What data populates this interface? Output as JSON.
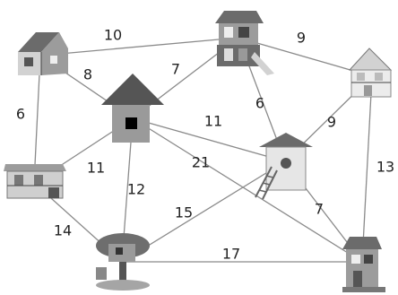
{
  "nodes": [
    {
      "id": "A",
      "icon": "wooden-house-icon"
    },
    {
      "id": "B",
      "icon": "two-story-playhouse-icon"
    },
    {
      "id": "C",
      "icon": "white-dollhouse-icon"
    },
    {
      "id": "D",
      "icon": "gray-house-icon"
    },
    {
      "id": "E",
      "icon": "birdhouse-with-ladder-icon"
    },
    {
      "id": "F",
      "icon": "cabin-with-porch-icon"
    },
    {
      "id": "G",
      "icon": "treehouse-icon"
    },
    {
      "id": "H",
      "icon": "small-playhouse-icon"
    }
  ],
  "edges": [
    {
      "from": "A",
      "to": "B",
      "weight": "10"
    },
    {
      "from": "B",
      "to": "C",
      "weight": "9"
    },
    {
      "from": "A",
      "to": "D",
      "weight": "8"
    },
    {
      "from": "B",
      "to": "D",
      "weight": "7"
    },
    {
      "from": "B",
      "to": "E",
      "weight": "6"
    },
    {
      "from": "A",
      "to": "F",
      "weight": "6"
    },
    {
      "from": "D",
      "to": "E",
      "weight": "11"
    },
    {
      "from": "C",
      "to": "E",
      "weight": "9"
    },
    {
      "from": "F",
      "to": "D",
      "weight": "11"
    },
    {
      "from": "D",
      "to": "H",
      "weight": "21"
    },
    {
      "from": "C",
      "to": "H",
      "weight": "13"
    },
    {
      "from": "D",
      "to": "G",
      "weight": "12"
    },
    {
      "from": "E",
      "to": "G",
      "weight": "15"
    },
    {
      "from": "E",
      "to": "H",
      "weight": "7"
    },
    {
      "from": "F",
      "to": "G",
      "weight": "14"
    },
    {
      "from": "G",
      "to": "H",
      "weight": "17"
    }
  ]
}
